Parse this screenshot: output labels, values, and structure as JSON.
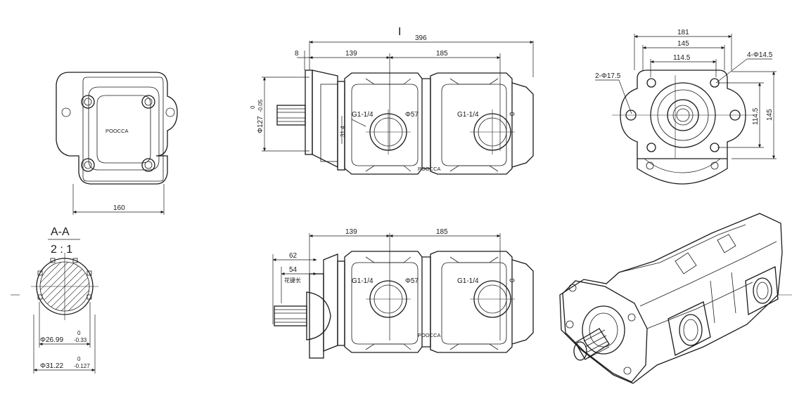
{
  "top_view": {
    "brand": "POOCCA",
    "dim_width": "160"
  },
  "section": {
    "title": "A-A",
    "scale": "2 : 1",
    "dia_inner": "Φ26.99",
    "dia_inner_tol_up": "0",
    "dia_inner_tol_low": "-0.33",
    "dia_outer": "Φ31.22",
    "dia_outer_tol_up": "0",
    "dia_outer_tol_low": "-0.127"
  },
  "front_view": {
    "marker": "I",
    "dim_total": "396",
    "dim_flange": "8",
    "dim_a": "139",
    "dim_b": "185",
    "dim_pilot": "Φ127",
    "dim_pilot_tol_up": "0",
    "dim_pilot_tol_low": "-0.05",
    "dim_shaft": "31.4",
    "port_1": "G1-1/4",
    "port_1_dia": "Φ57",
    "port_2": "G1-1/4",
    "port_2_dia": "Φ",
    "brand": "POOCCA"
  },
  "end_view": {
    "dim_181": "181",
    "dim_145h": "145",
    "dim_1145h": "114.5",
    "bolt_label": "4-Φ14.5",
    "hole_label": "2-Φ17.5",
    "dim_1145v": "114.5",
    "dim_145v": "145"
  },
  "bottom_view": {
    "dim_a": "139",
    "dim_b": "185",
    "dim_62": "62",
    "dim_54": "54",
    "spline_note": "花键长",
    "port_1": "G1-1/4",
    "port_1_dia": "Φ57",
    "port_2": "G1-1/4",
    "port_2_dia": "Φ",
    "brand": "POOCCA"
  }
}
